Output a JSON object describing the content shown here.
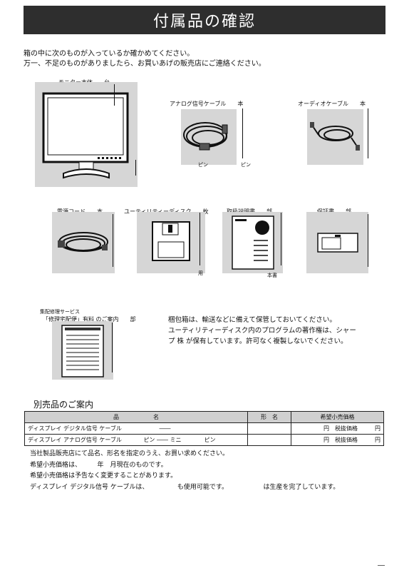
{
  "banner_title": "付属品の確認",
  "intro": [
    "箱の中に次のものが入っているか確かめてください。",
    "万一、不足のものがありましたら、お買いあげの販売店にご連絡ください。"
  ],
  "items": {
    "monitor": {
      "name": "モニター本体",
      "unit": "台"
    },
    "analog_cable": {
      "name": "アナログ信号ケーブル",
      "unit": "本",
      "pin_left": "ピン",
      "pin_right": "ピン"
    },
    "audio_cable": {
      "name": "オーディオケーブル",
      "unit": "本"
    },
    "power_cord": {
      "name": "電源コード",
      "unit": "本"
    },
    "utility_disk": {
      "name": "ユーティリティーディスク",
      "unit": "枚",
      "sub": "用"
    },
    "manual": {
      "name": "取扱説明書",
      "unit": "部",
      "sub": "本書"
    },
    "warranty": {
      "name": "保証書",
      "unit": "部"
    },
    "repair_guide": {
      "line1": "集配修理サービス",
      "line2": "「修理宅配便」有料 のご案内",
      "unit": "部"
    }
  },
  "notes": [
    "梱包箱は、輸送などに備えて保管しておいてください。",
    "ユーティリティーディスク内のプログラムの著作権は、シャー",
    "プ 株 が保有しています。許可なく複製しないでください。"
  ],
  "options": {
    "section_title": "別売品のご案内",
    "headers": [
      "品　　　　　　名",
      "形　名",
      "希望小売価格"
    ],
    "rows": [
      {
        "name": "ディスプレイ デジタル信号 ケーブル",
        "extra": "――",
        "price": "円　税抜価格　　　円"
      },
      {
        "name": "ディスプレイ アナログ信号 ケーブル",
        "extra": "ピン ―― ミニ　　　　ピン",
        "price": "円　税抜価格　　　円"
      }
    ],
    "conditions": [
      "当社製品販売店にて品名、形名を指定のうえ、お買い求めください。",
      "希望小売価格は、　　　年　月現在のものです。",
      "希望小売価格は予告なく変更することがあります。",
      "ディスプレイ デジタル信号 ケーブルは、　　　　　も使用可能です。　　　　　　は生産を完了しています。"
    ]
  },
  "page_marker": "―"
}
